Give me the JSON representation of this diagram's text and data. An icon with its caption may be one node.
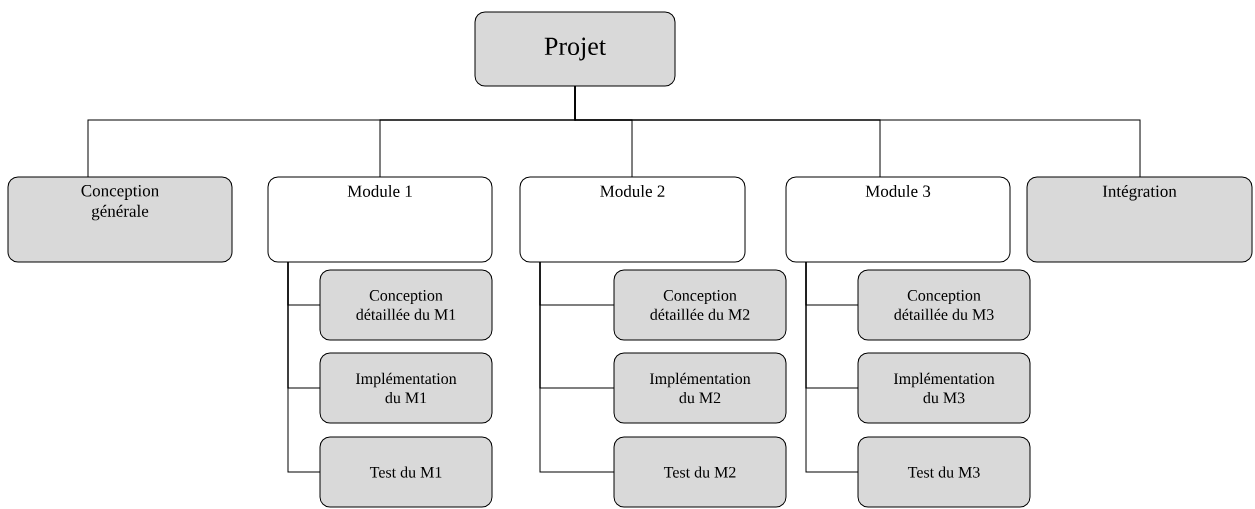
{
  "diagram": {
    "nodes": [
      {
        "text": [
          "Projet"
        ]
      },
      {
        "text": [
          "Conception générale"
        ]
      },
      {
        "text": [
          "Module 1"
        ]
      },
      {
        "text": [
          "Module 2"
        ]
      },
      {
        "text": [
          "Module 3"
        ]
      },
      {
        "text": [
          "Intégration"
        ]
      },
      {
        "text": [
          "Conception détaillée du M1"
        ]
      },
      {
        "text": [
          "Implémentation du M1"
        ]
      },
      {
        "text": [
          "Test du M1"
        ]
      },
      {
        "text": [
          "Conception détaillée du M2"
        ]
      },
      {
        "text": [
          "Implémentation du M2"
        ]
      },
      {
        "text": [
          "Test du M2"
        ]
      },
      {
        "text": [
          "Conception détaillée du M3"
        ]
      },
      {
        "text": [
          "Implémentation du M3"
        ]
      },
      {
        "text": [
          "Test du M3"
        ]
      }
    ],
    "edges": [
      {
        "from": 0,
        "to": 1,
        "arrow": "none"
      },
      {
        "from": 0,
        "to": 2,
        "arrow": "none"
      },
      {
        "from": 0,
        "to": 3,
        "arrow": "none"
      },
      {
        "from": 0,
        "to": 4,
        "arrow": "none"
      },
      {
        "from": 0,
        "to": 5,
        "arrow": "none"
      },
      {
        "from": 2,
        "to": 6,
        "arrow": "none"
      },
      {
        "from": 2,
        "to": 7,
        "arrow": "none"
      },
      {
        "from": 2,
        "to": 8,
        "arrow": "none"
      },
      {
        "from": 3,
        "to": 9,
        "arrow": "none"
      },
      {
        "from": 3,
        "to": 10,
        "arrow": "none"
      },
      {
        "from": 3,
        "to": 11,
        "arrow": "none"
      },
      {
        "from": 4,
        "to": 12,
        "arrow": "none"
      },
      {
        "from": 4,
        "to": 13,
        "arrow": "none"
      },
      {
        "from": 4,
        "to": 14,
        "arrow": "none"
      }
    ]
  }
}
